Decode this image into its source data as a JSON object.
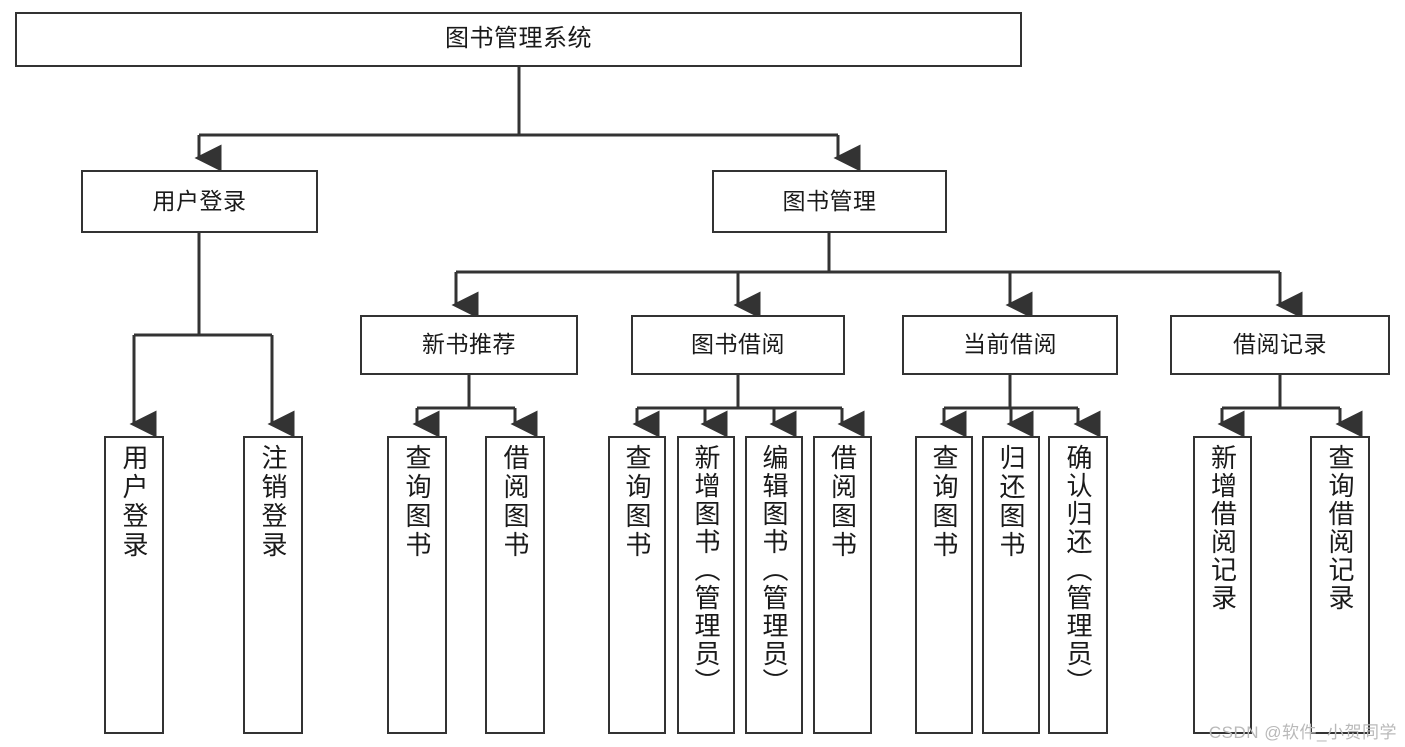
{
  "diagram": {
    "title": "图书管理系统",
    "watermark": "CSDN @软件_小贺同学",
    "stroke_color": "#333333",
    "background_color": "#ffffff",
    "text_color": "#1a1a1a",
    "watermark_color": "#b9b9b9"
  },
  "nodes": {
    "root": {
      "label": "图书管理系统"
    },
    "level1": [
      {
        "label": "用户登录"
      },
      {
        "label": "图书管理"
      }
    ],
    "level2": [
      {
        "label": "新书推荐"
      },
      {
        "label": "图书借阅"
      },
      {
        "label": "当前借阅"
      },
      {
        "label": "借阅记录"
      }
    ],
    "leaves": {
      "user_login": [
        {
          "label": "用户登录"
        },
        {
          "label": "注销登录"
        }
      ],
      "new_book_recommend": [
        {
          "label": "查询图书"
        },
        {
          "label": "借阅图书"
        }
      ],
      "book_borrow": [
        {
          "label": "查询图书"
        },
        {
          "label": "新增图书（管理员）"
        },
        {
          "label": "编辑图书（管理员）"
        },
        {
          "label": "借阅图书"
        }
      ],
      "current_borrow": [
        {
          "label": "查询图书"
        },
        {
          "label": "归还图书"
        },
        {
          "label": "确认归还（管理员）"
        }
      ],
      "borrow_record": [
        {
          "label": "新增借阅记录"
        },
        {
          "label": "查询借阅记录"
        }
      ]
    }
  }
}
